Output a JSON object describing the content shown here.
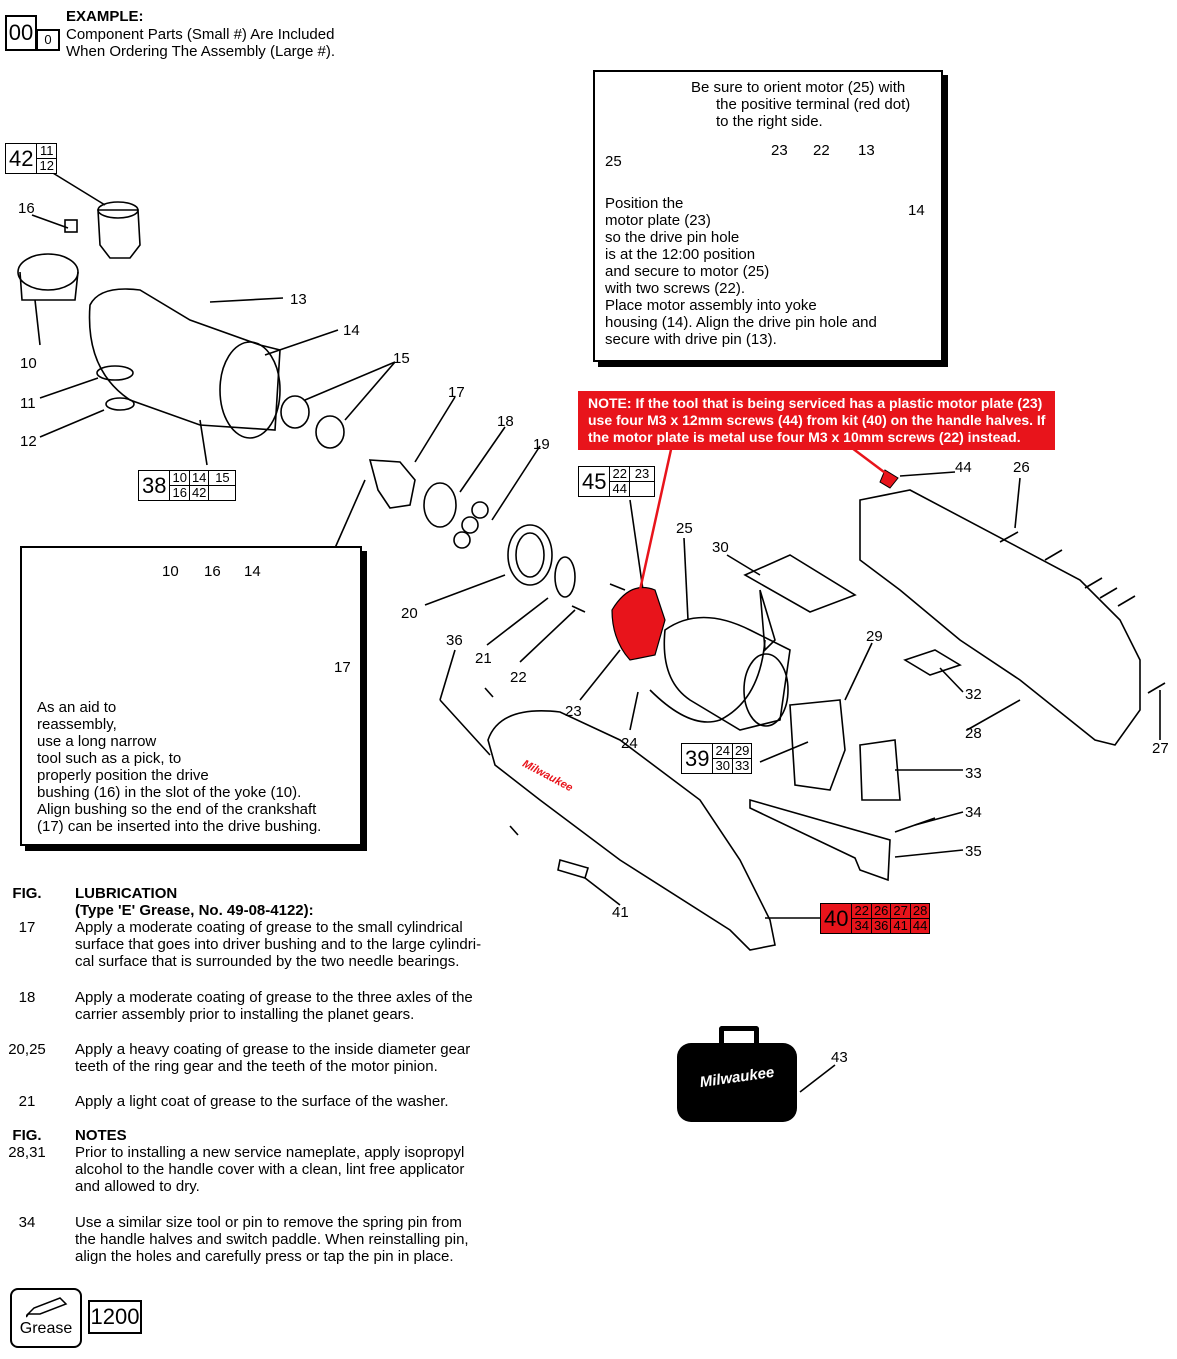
{
  "example": {
    "big": "00",
    "small": "0",
    "title": "EXAMPLE:",
    "line1": "Component Parts (Small #) Are Included",
    "line2": "When Ordering The Assembly (Large #)."
  },
  "motor_box": {
    "lines": [
      "Be sure to orient motor (25) with",
      "the positive terminal (red dot)",
      "to the right side."
    ],
    "steps": [
      "Position the",
      "motor plate (23)",
      "so the drive pin hole",
      "is at the 12:00 position",
      "and secure to motor (25)",
      "with two screws (22).",
      "Place motor assembly into yoke",
      "housing (14). Align the drive pin hole and",
      "secure with drive pin (13)."
    ],
    "labels": [
      "25",
      "23",
      "22",
      "13",
      "14"
    ]
  },
  "red_note": {
    "line1": "NOTE: If the tool that is being serviced has a plastic motor plate (23)",
    "line2": "use four M3 x 12mm screws (44) from kit (40) on the handle halves. If",
    "line3": "the motor plate is metal use four M3 x 10mm screws (22) instead."
  },
  "bushing_box": {
    "labels": [
      "10",
      "16",
      "14",
      "17"
    ],
    "text": [
      "As an aid to",
      "reassembly,",
      "use a long narrow",
      "tool such as a pick, to",
      "properly position the drive",
      "bushing (16) in the slot of the yoke (10).",
      "Align bushing so the end of the crankshaft",
      "(17) can be inserted into the drive bushing."
    ]
  },
  "assemblies": {
    "a42": {
      "id": "42",
      "parts": [
        "11",
        "12"
      ]
    },
    "a38": {
      "id": "38",
      "parts": [
        "10",
        "14",
        "15",
        "16",
        "42"
      ]
    },
    "a45": {
      "id": "45",
      "parts": [
        "22",
        "23",
        "44"
      ]
    },
    "a39": {
      "id": "39",
      "parts": [
        "24",
        "29",
        "30",
        "33"
      ]
    },
    "a40": {
      "id": "40",
      "parts": [
        "22",
        "26",
        "27",
        "28",
        "34",
        "36",
        "41",
        "44"
      ]
    }
  },
  "part_labels": {
    "p16": "16",
    "p13": "13",
    "p14": "14",
    "p10": "10",
    "p11": "11",
    "p12": "12",
    "p15": "15",
    "p17": "17",
    "p18": "18",
    "p19": "19",
    "p20": "20",
    "p21": "21",
    "p22": "22",
    "p23": "23",
    "p24": "24",
    "p25": "25",
    "p30": "30",
    "p36": "36",
    "p29": "29",
    "p32": "32",
    "p33": "33",
    "p34": "34",
    "p35": "35",
    "p28": "28",
    "p27": "27",
    "p26": "26",
    "p44": "44",
    "p41": "41",
    "p43": "43"
  },
  "lubrication": {
    "fig_header": "FIG.",
    "title": "LUBRICATION",
    "subtitle": "(Type 'E' Grease, No. 49-08-4122):",
    "items": [
      {
        "fig": "17",
        "lines": [
          "Apply a moderate coating of grease to the small cylindrical",
          "surface that goes into driver bushing and to the large cylindri-",
          "cal surface that is surrounded by the two needle bearings."
        ]
      },
      {
        "fig": "18",
        "lines": [
          "Apply a moderate coating of grease to the three axles of the",
          "carrier assembly prior to installing the planet gears."
        ]
      },
      {
        "fig": "20,25",
        "lines": [
          "Apply a heavy coating of grease to the inside diameter gear",
          "teeth of the ring gear and the teeth of the motor pinion."
        ]
      },
      {
        "fig": "21",
        "lines": [
          "Apply a light coat of grease to the surface of the washer."
        ]
      }
    ]
  },
  "notes": {
    "fig_header": "FIG.",
    "title": "NOTES",
    "items": [
      {
        "fig": "28,31",
        "lines": [
          "Prior to installing a new service nameplate, apply isopropyl",
          "alcohol to the handle cover with a clean, lint free applicator",
          "and allowed to dry."
        ]
      },
      {
        "fig": "34",
        "lines": [
          "Use a similar size tool or pin to remove the spring pin from",
          "the handle halves and switch paddle. When reinstalling pin,",
          "align the holes and carefully press or tap the pin in place."
        ]
      }
    ]
  },
  "grease_badge": {
    "label": "Grease",
    "code": "1200"
  },
  "case_logo": "Milwaukee",
  "handle_logo": "Milwaukee",
  "colors": {
    "red": "#e8141b",
    "black": "#000000"
  }
}
